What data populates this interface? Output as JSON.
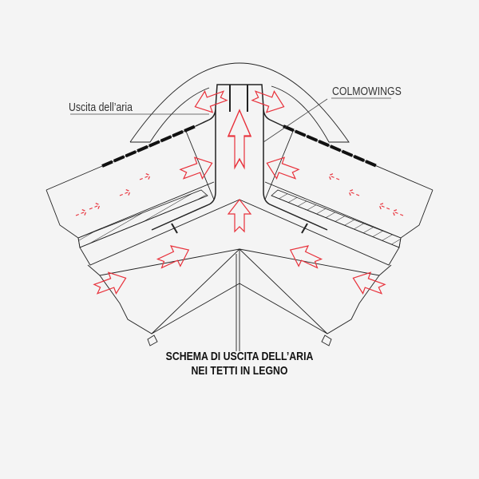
{
  "labels": {
    "air_exit": "Uscita dell’aria",
    "product": "COLMOWINGS"
  },
  "title": {
    "line1": "SCHEMA DI USCITA DELL’ARIA",
    "line2": "NEI TETTI IN LEGNO"
  },
  "colors": {
    "airflow": "#e8303a",
    "lines": "#222222",
    "background": "#f4f4f4"
  }
}
